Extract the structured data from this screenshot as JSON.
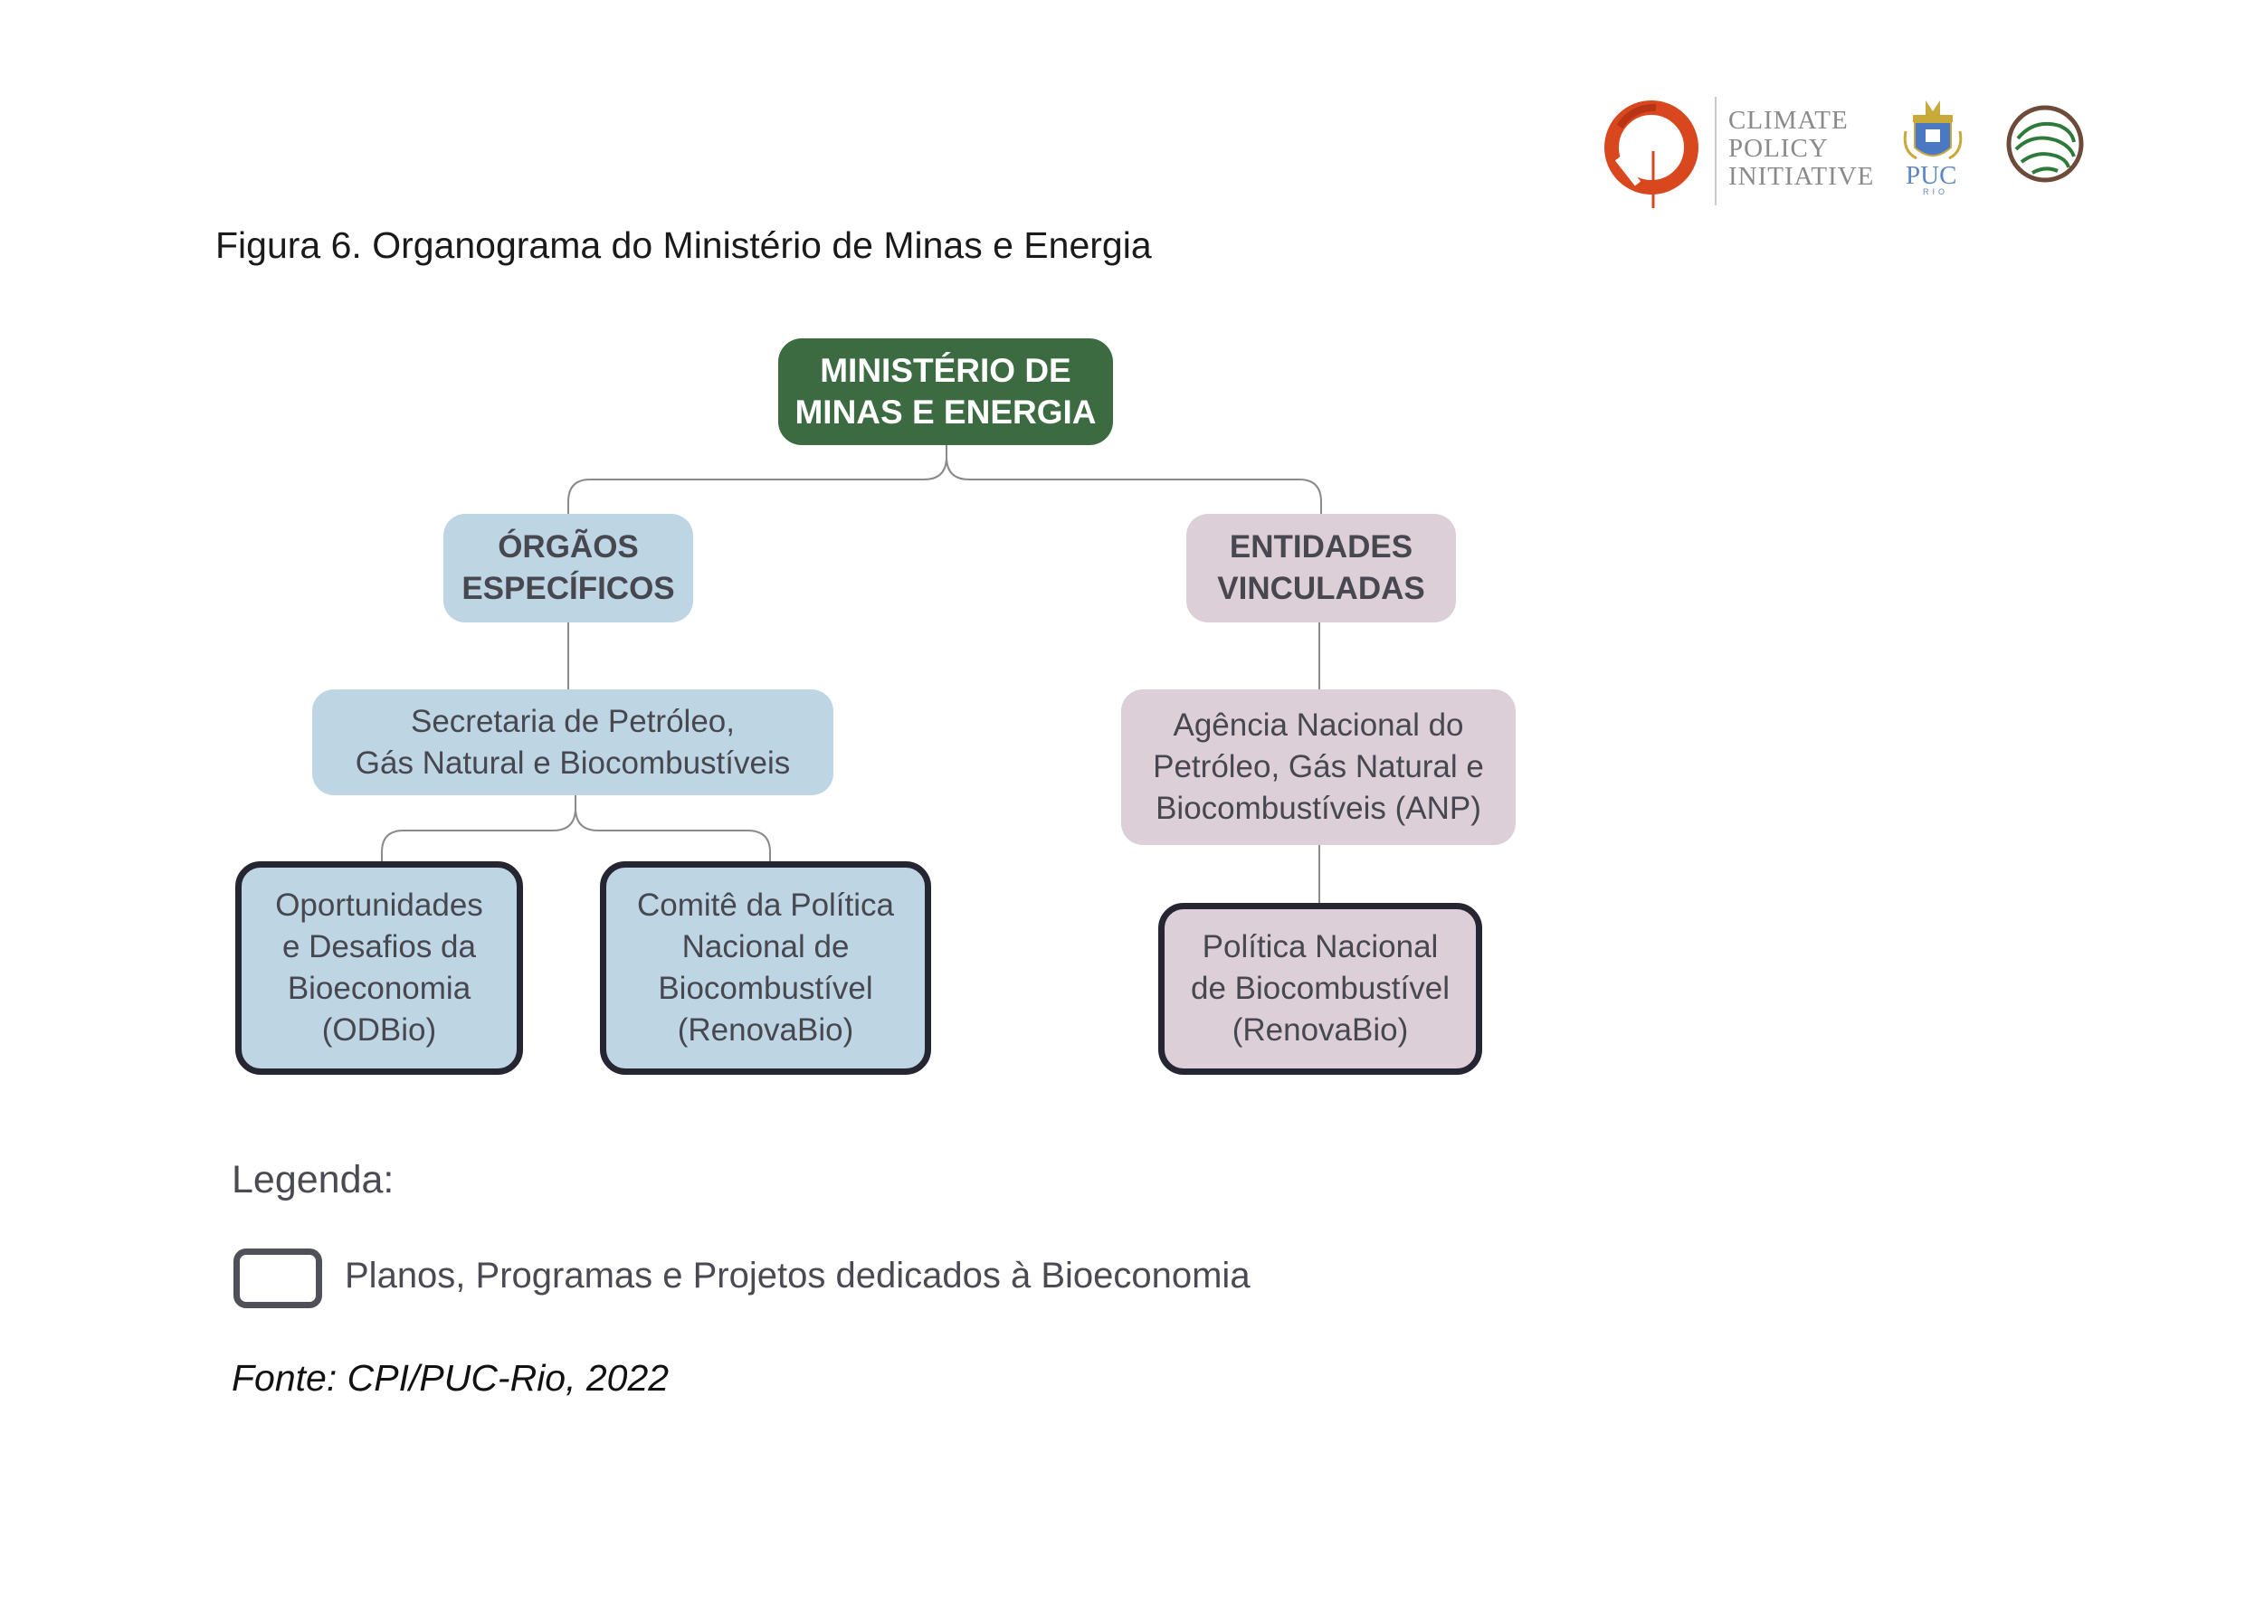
{
  "header": {
    "logo_text_lines": [
      "CLIMATE",
      "POLICY",
      "INITIATIVE"
    ],
    "puc_logo_text": "PUC",
    "puc_logo_subtext": "RIO"
  },
  "figure_title": "Figura 6. Organograma do Ministério de Minas e Energia",
  "diagram": {
    "root": "MINISTÉRIO DE\nMINAS E ENERGIA",
    "left_branch": {
      "title": "ÓRGÃOS\nESPECÍFICOS",
      "child": "Secretaria de Petróleo,\nGás Natural e Biocombustíveis",
      "programs": [
        "Oportunidades\ne Desafios da\nBioeconomia\n(ODBio)",
        "Comitê da Política\nNacional de\nBiocombustível\n(RenovaBio)"
      ]
    },
    "right_branch": {
      "title": "ENTIDADES\nVINCULADAS",
      "child": "Agência Nacional do\nPetróleo, Gás Natural e\nBiocombustíveis (ANP)",
      "programs": [
        "Política Nacional\nde Biocombustível\n(RenovaBio)"
      ]
    }
  },
  "legend": {
    "title": "Legenda:",
    "item_label": "Planos, Programas e Projetos dedicados à Bioeconomia"
  },
  "source": "Fonte: CPI/PUC-Rio, 2022",
  "colors": {
    "root": "#3c6b42",
    "left_branch": "#bed5e4",
    "right_branch": "#dccfd7",
    "outline": "#262633",
    "cpi_logo": "#d8471d",
    "rainforest_logo": "#2e7a3a"
  }
}
